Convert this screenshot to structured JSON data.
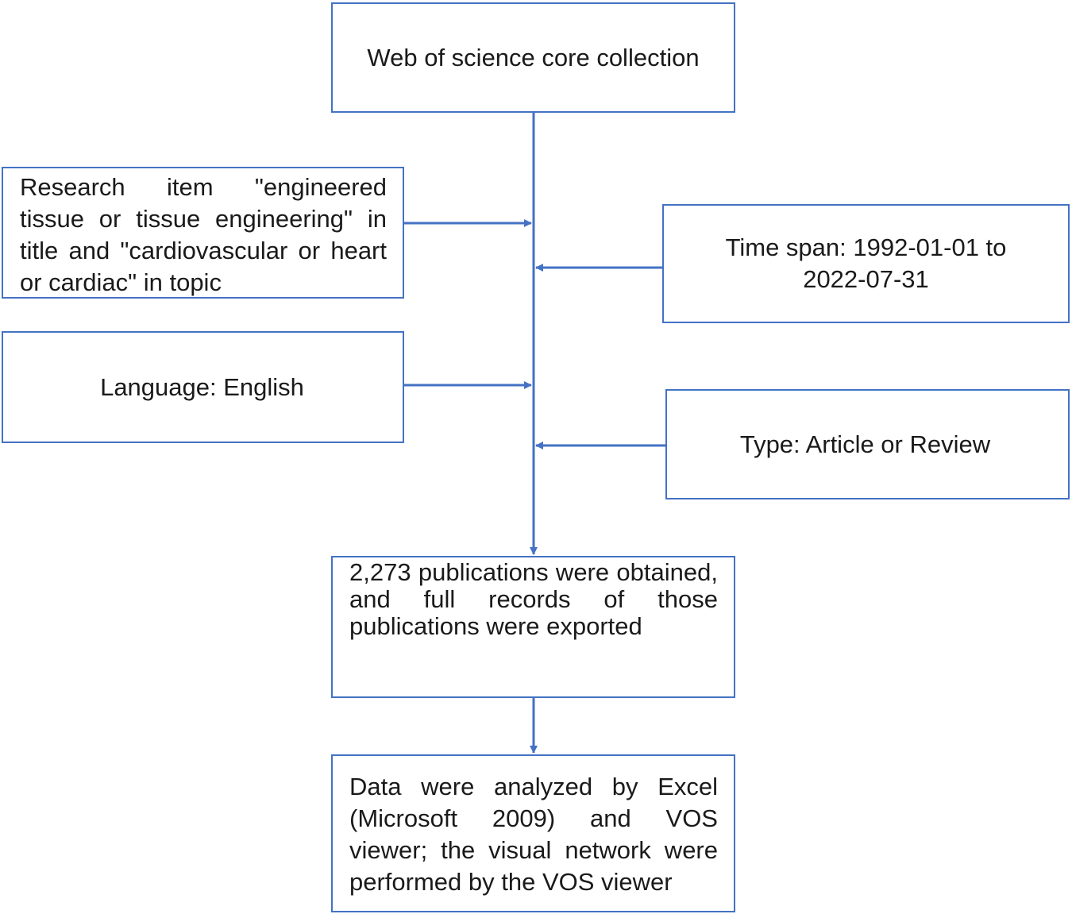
{
  "flowchart": {
    "source": "Web of science core collection",
    "search_item": "Research item \"engineered tissue or tissue engineering\" in title and \"cardiovascular or heart or cardiac\" in topic",
    "time_span": "Time span: 1992-01-01 to 2022-07-31",
    "language": "Language: English",
    "doc_type": "Type: Article or Review",
    "result": "2,273 publications were obtained, and full records of those publications were exported",
    "analysis": "Data were analyzed by Excel (Microsoft 2009) and VOS viewer; the visual network were performed by the VOS viewer"
  },
  "colors": {
    "line": "#4472c4",
    "box_border": "#4472c4",
    "text": "#1a1a1a"
  }
}
